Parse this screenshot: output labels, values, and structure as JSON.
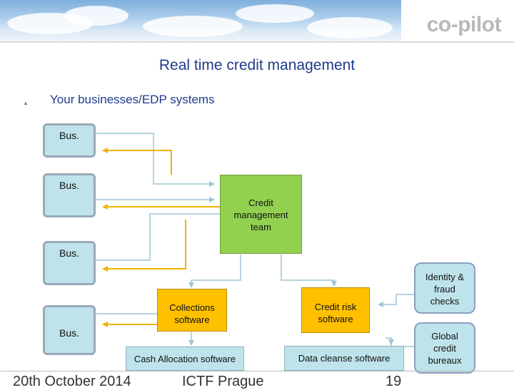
{
  "header": {
    "logo_text": "co-pilot"
  },
  "slide": {
    "title": "Real time credit management",
    "subtitle": "Your businesses/EDP systems"
  },
  "nodes": {
    "bus1": "Bus.",
    "bus2": "Bus.",
    "bus3": "Bus.",
    "bus4": "Bus.",
    "credit_team": [
      "Credit",
      "management",
      "team"
    ],
    "collections": [
      "Collections",
      "software"
    ],
    "credit_risk": [
      "Credit risk",
      "software"
    ],
    "cash_allocation": "Cash Allocation software",
    "data_cleanse": "Data cleanse software",
    "identity_fraud": [
      "Identity &",
      "fraud",
      "checks"
    ],
    "global_credit": [
      "Global",
      "credit",
      "bureaux"
    ]
  },
  "footer": {
    "date": "20th October 2014",
    "event": "ICTF Prague",
    "page": "19"
  },
  "colors": {
    "title": "#1f3c8c",
    "bus_fill": "#bfe3ea",
    "credit_team_fill": "#92d050",
    "software_fill": "#ffc000",
    "arrow_light": "#9fc5d6",
    "arrow_gold": "#f0b400"
  }
}
